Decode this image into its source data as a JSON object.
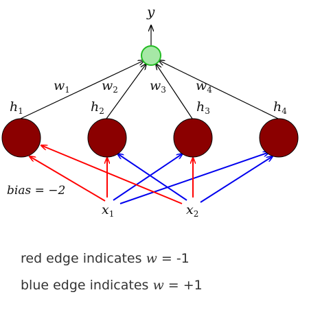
{
  "output_label": "y",
  "weights": [
    {
      "name": "w",
      "sub": "1"
    },
    {
      "name": "w",
      "sub": "2"
    },
    {
      "name": "w",
      "sub": "3"
    },
    {
      "name": "w",
      "sub": "4"
    }
  ],
  "hidden": [
    {
      "name": "h",
      "sub": "1"
    },
    {
      "name": "h",
      "sub": "2"
    },
    {
      "name": "h",
      "sub": "3"
    },
    {
      "name": "h",
      "sub": "4"
    }
  ],
  "inputs": [
    {
      "name": "x",
      "sub": "1"
    },
    {
      "name": "x",
      "sub": "2"
    }
  ],
  "bias_label": "bias = −2",
  "legend": {
    "red": {
      "prefix": "red edge indicates ",
      "var": "w",
      "suffix": " = -1"
    },
    "blue": {
      "prefix": "blue edge indicates ",
      "var": "w",
      "suffix": " = +1"
    }
  },
  "colors": {
    "red_edge": "#ff0000",
    "blue_edge": "#0000ee",
    "hidden_fill": "#8b0000",
    "output_fill": "#a6e8a6",
    "output_stroke": "#22bb22"
  }
}
